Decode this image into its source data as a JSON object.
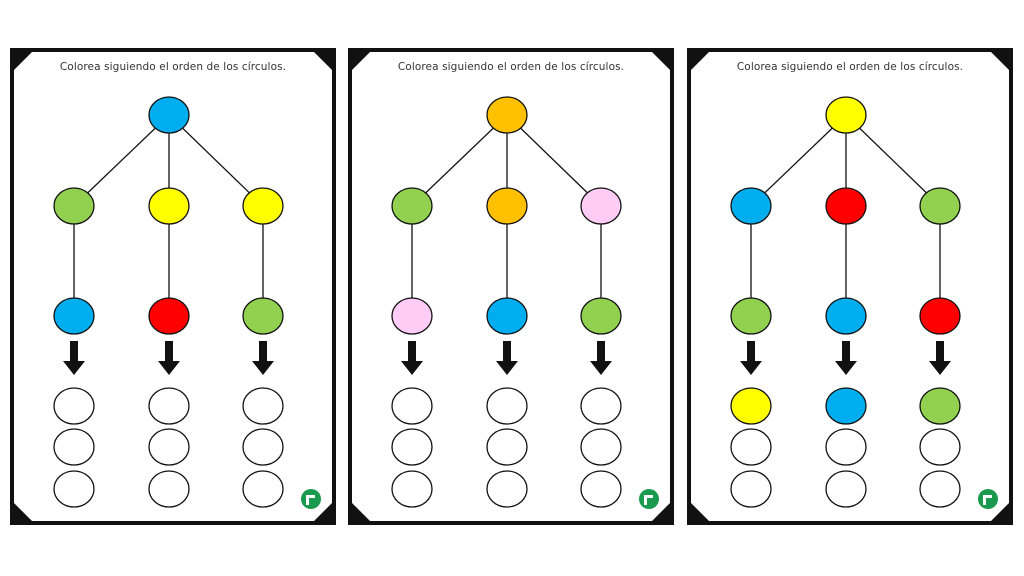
{
  "colors": {
    "blue": "#00AEEF",
    "green": "#92D050",
    "yellow": "#FFFF00",
    "red": "#FF0000",
    "orange": "#FFC000",
    "pink": "#FFCCF5",
    "empty": "#FFFFFF",
    "logo": "#1A9A4E"
  },
  "worksheets": [
    {
      "instruction": "Colorea siguiendo el orden de los círculos.",
      "top": "blue",
      "middle": [
        "green",
        "yellow",
        "yellow"
      ],
      "bottom": [
        "blue",
        "red",
        "green"
      ],
      "answers": [
        [
          "empty",
          "empty",
          "empty"
        ],
        [
          "empty",
          "empty",
          "empty"
        ],
        [
          "empty",
          "empty",
          "empty"
        ]
      ]
    },
    {
      "instruction": "Colorea siguiendo el orden de los círculos.",
      "top": "orange",
      "middle": [
        "green",
        "orange",
        "pink"
      ],
      "bottom": [
        "pink",
        "blue",
        "green"
      ],
      "answers": [
        [
          "empty",
          "empty",
          "empty"
        ],
        [
          "empty",
          "empty",
          "empty"
        ],
        [
          "empty",
          "empty",
          "empty"
        ]
      ]
    },
    {
      "instruction": "Colorea siguiendo el orden de los círculos.",
      "top": "yellow",
      "middle": [
        "blue",
        "red",
        "green"
      ],
      "bottom": [
        "green",
        "blue",
        "red"
      ],
      "answers": [
        [
          "yellow",
          "blue",
          "green"
        ],
        [
          "empty",
          "empty",
          "empty"
        ],
        [
          "empty",
          "empty",
          "empty"
        ]
      ]
    }
  ]
}
